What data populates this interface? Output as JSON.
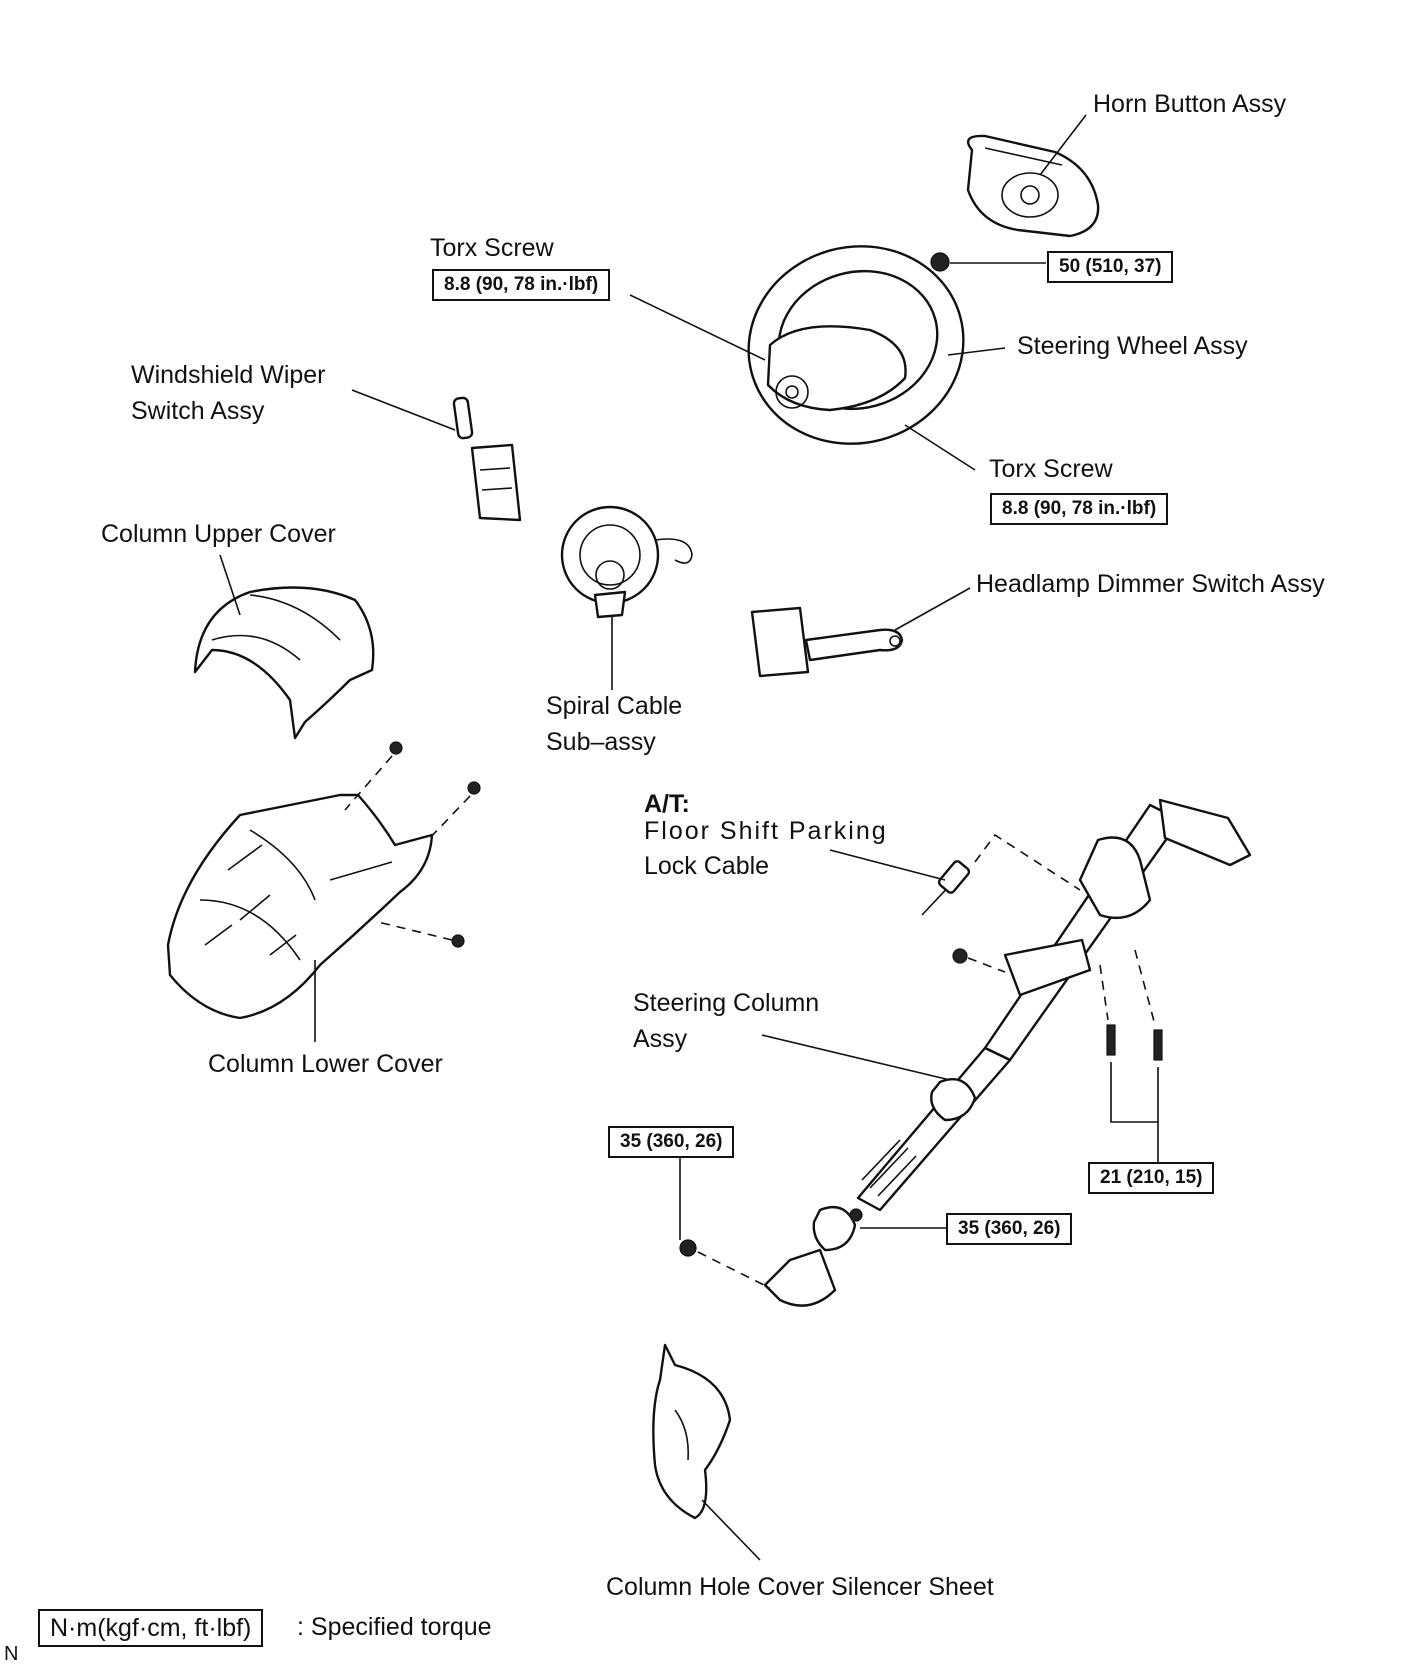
{
  "labels": {
    "horn_button": "Horn Button Assy",
    "torx_screw_upper": "Torx Screw",
    "steering_wheel": "Steering Wheel Assy",
    "wiper_switch_line1": "Windshield Wiper",
    "wiper_switch_line2": "Switch Assy",
    "torx_screw_lower": "Torx Screw",
    "column_upper_cover": "Column Upper Cover",
    "headlamp_switch": "Headlamp Dimmer Switch Assy",
    "spiral_cable_line1": "Spiral Cable",
    "spiral_cable_line2": "Sub–assy",
    "at_prefix": "A/T:",
    "parking_cable_line1": "Floor Shift Parking",
    "parking_cable_line2": "Lock Cable",
    "steering_column_line1": "Steering Column",
    "steering_column_line2": "Assy",
    "column_lower_cover": "Column Lower Cover",
    "column_hole_cover": "Column Hole Cover Silencer Sheet"
  },
  "torques": {
    "horn_nut": "50 (510, 37)",
    "torx_upper": "8.8 (90, 78 in.·lbf)",
    "torx_lower": "8.8 (90, 78 in.·lbf)",
    "column_bolts": "21 (210, 15)",
    "shaft_bolt_left": "35 (360, 26)",
    "shaft_bolt_right": "35 (360, 26)"
  },
  "legend": {
    "units": "N·m(kgf·cm, ft·lbf)",
    "meaning": ": Specified torque",
    "corner_code": "N"
  }
}
